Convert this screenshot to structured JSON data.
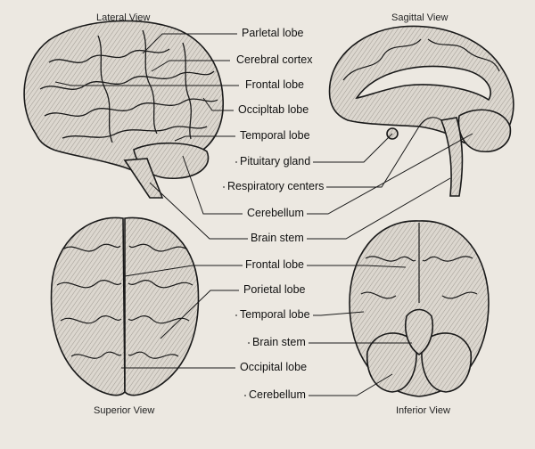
{
  "views": {
    "lateral": "Lateral View",
    "sagittal": "Sagittal View",
    "superior": "Superior View",
    "inferior": "Inferior View"
  },
  "top_labels": [
    "Parletal lobe",
    "Cerebral cortex",
    "Frontal lobe",
    "Occipltab lobe",
    "Temporal lobe",
    "Pituitary gland",
    "Respiratory centers",
    "Cerebellum",
    "Brain stem"
  ],
  "bottom_labels": [
    "Frontal lobe",
    "Porietal lobe",
    "Temporal lobe",
    "Brain stem",
    "Occipital lobe",
    "Cerebellum"
  ],
  "colors": {
    "background": "#ece8e1",
    "ink": "#1a1a1a",
    "brain_fill": "#d9d4cc"
  }
}
